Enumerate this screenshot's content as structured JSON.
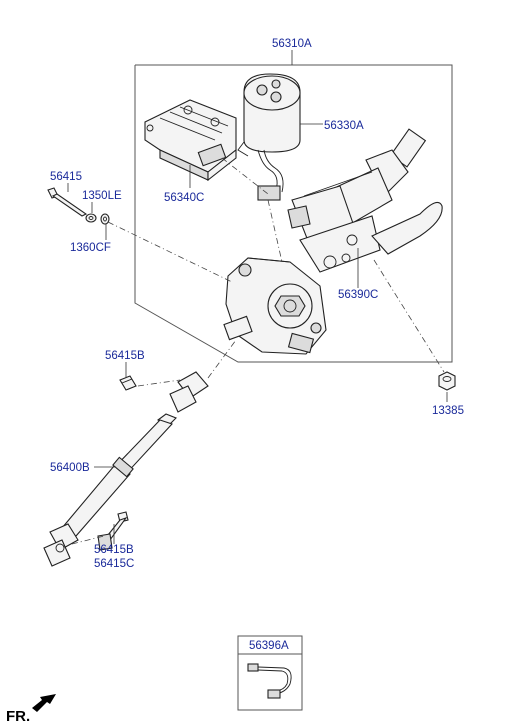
{
  "labels": {
    "assembly": "56310A",
    "motor": "56330A",
    "ecu": "56340C",
    "column": "56390C",
    "bolt_top": "56415",
    "washer_a": "1350LE",
    "washer_b": "1360CF",
    "bolt_mid": "56415B",
    "shaft": "56400B",
    "bolt_low_b": "56415B",
    "bolt_low_c": "56415C",
    "nut": "13385",
    "harness": "56396A"
  },
  "direction": "FR.",
  "colors": {
    "label": "#1a2a9a",
    "line": "#222222",
    "frame": "#555555"
  }
}
